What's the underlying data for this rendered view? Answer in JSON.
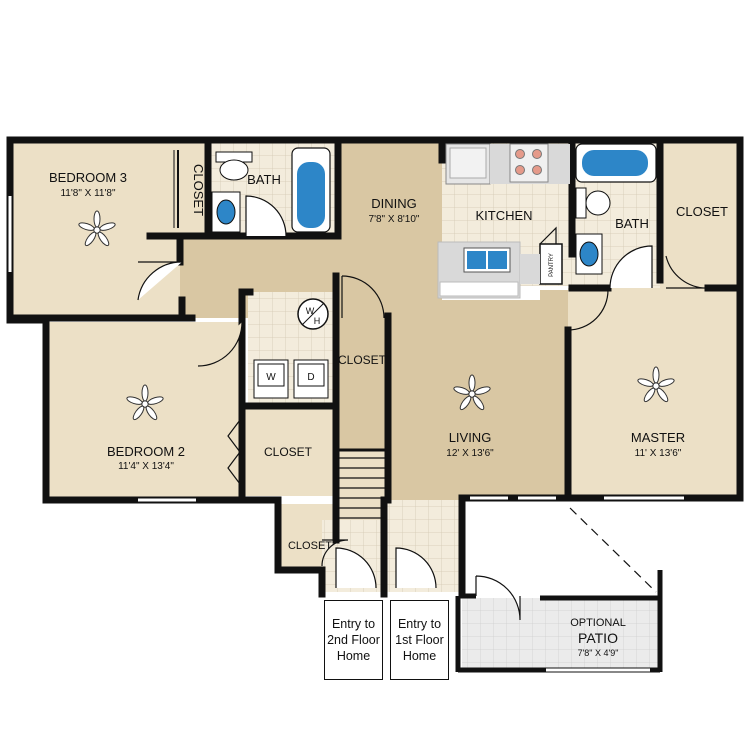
{
  "rooms": {
    "bedroom3": {
      "name": "BEDROOM 3",
      "dims": "11'8\" X 11'8\""
    },
    "bedroom2": {
      "name": "BEDROOM 2",
      "dims": "11'4\" X 13'4\""
    },
    "dining": {
      "name": "DINING",
      "dims": "7'8\" X 8'10\""
    },
    "kitchen": {
      "name": "KITCHEN"
    },
    "living": {
      "name": "LIVING",
      "dims": "12' X 13'6\""
    },
    "master": {
      "name": "MASTER",
      "dims": "11' X 13'6\""
    },
    "bath1": {
      "name": "BATH"
    },
    "bath2": {
      "name": "BATH"
    },
    "patio": {
      "optional": "OPTIONAL",
      "name": "PATIO",
      "dims": "7'8\" X 4'9\""
    }
  },
  "closets": {
    "bedroom3": "CLOSET",
    "master": "CLOSET",
    "hall": "CLOSET",
    "bedroom2": "CLOSET",
    "entry": "CLOSET"
  },
  "fixtures": {
    "pantry": "PANTRY",
    "water_heater": "W\nH",
    "washer": "W",
    "dryer": "D"
  },
  "entries": {
    "second_floor": "Entry to 2nd Floor Home",
    "first_floor": "Entry to 1st Floor Home"
  },
  "colors": {
    "carpet": "#ece0c6",
    "hall": "#d9c7a3",
    "tile": "#f3ecdc",
    "wall": "#111111",
    "counter": "#d9d9d9",
    "tub": "#2d86c8",
    "patio": "#e8e8e8"
  }
}
